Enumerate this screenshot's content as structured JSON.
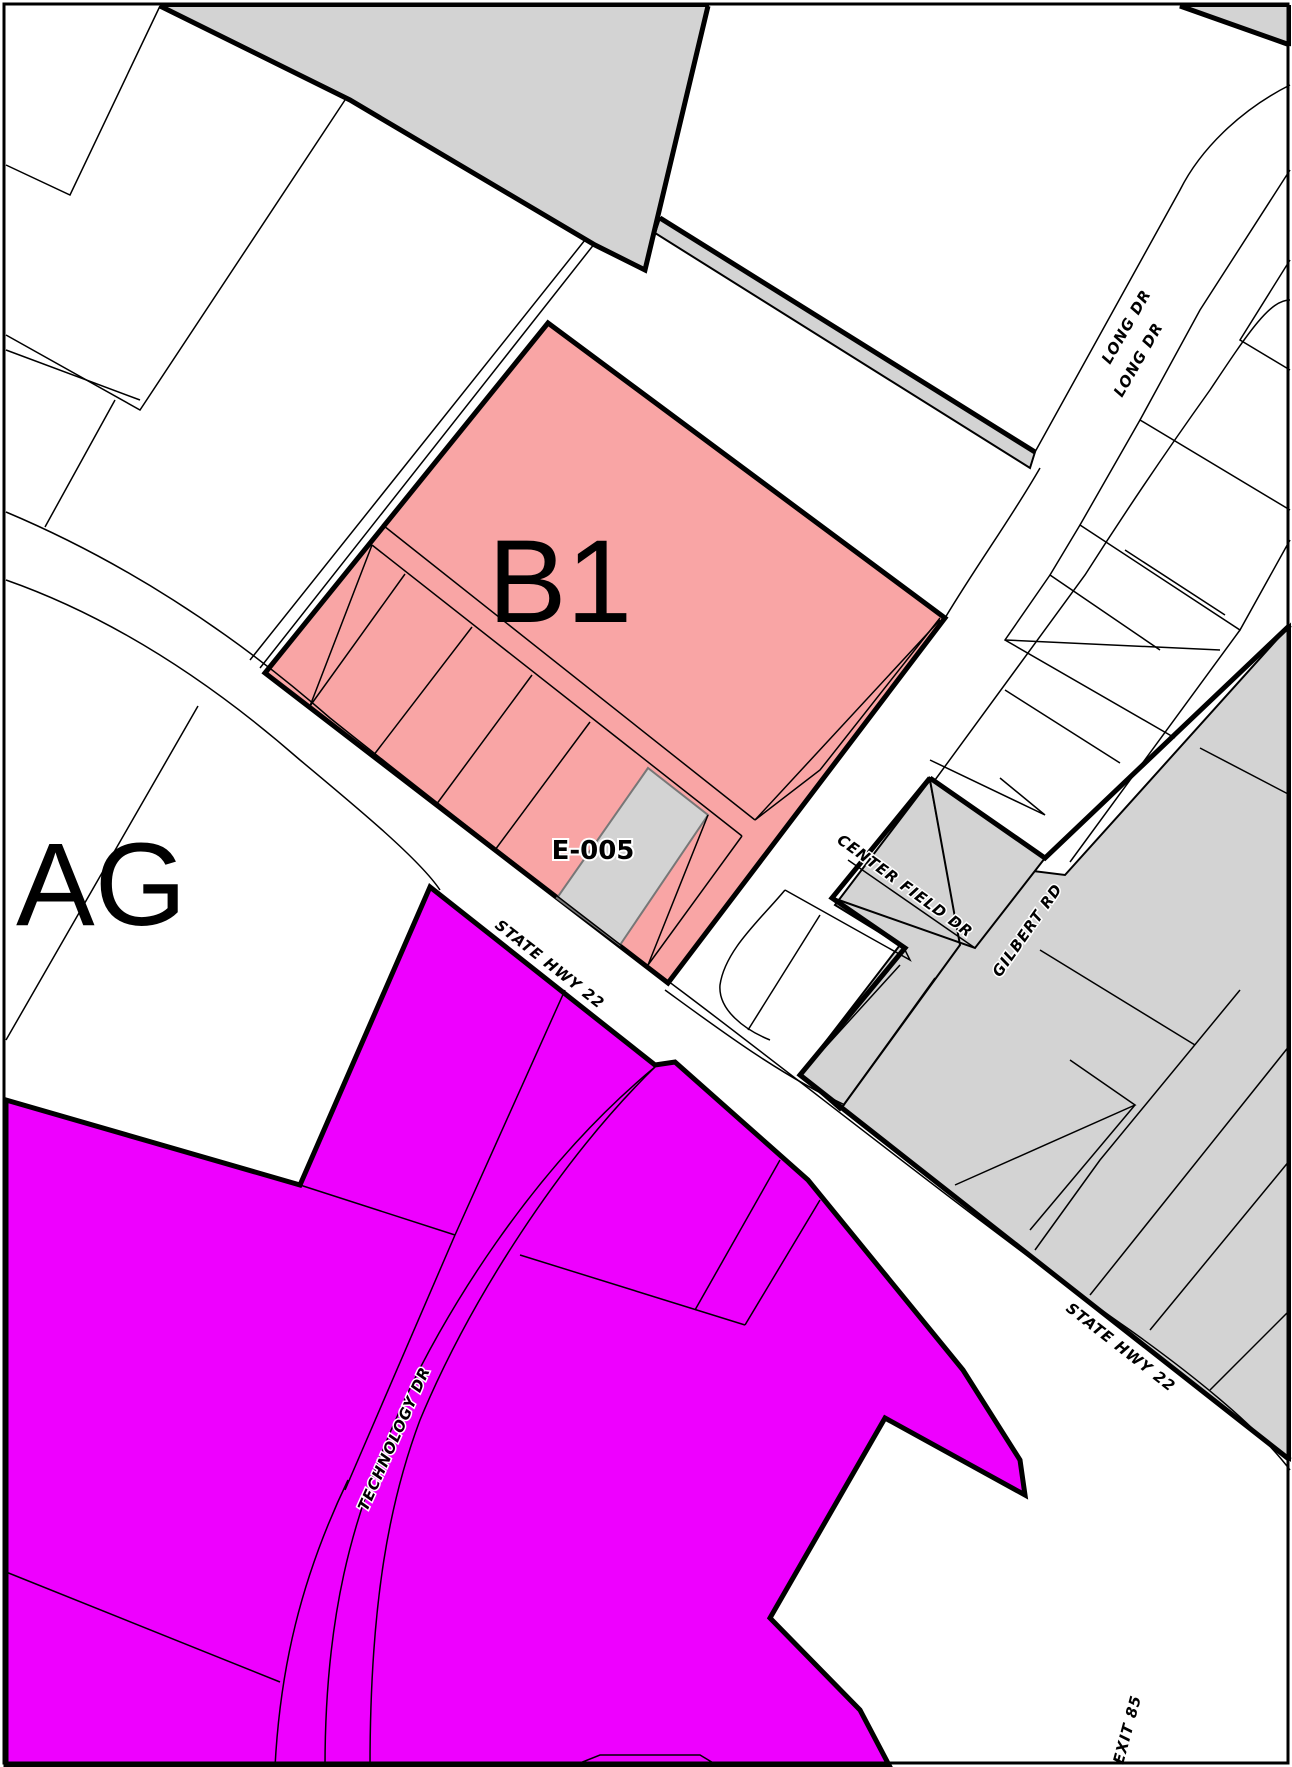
{
  "map": {
    "zones": [
      {
        "code": "B1",
        "color": "#f9a5a5"
      },
      {
        "code": "AG",
        "color": "#ffffff"
      },
      {
        "code": "",
        "color": "#ee00ff"
      },
      {
        "code": "",
        "color": "#d3d3d3"
      }
    ],
    "zone_labels": {
      "b1": "B1",
      "ag": "AG"
    },
    "parcel_labels": {
      "e005": "E-005"
    },
    "road_labels": {
      "long_dr_1": "LONG DR",
      "long_dr_2": "LONG DR",
      "center_field_dr": "CENTER FIELD DR",
      "gilbert_rd": "GILBERT RD",
      "state_hwy_22_a": "STATE HWY 22",
      "state_hwy_22_b": "STATE HWY 22",
      "technology_dr": "TECHNOLOGY DR",
      "exit_85": "EXIT  85"
    },
    "colors": {
      "b1_fill": "#f9a5a5",
      "industrial_fill": "#ee00ff",
      "other_fill": "#d3d3d3",
      "boundary": "#000000",
      "background": "#ffffff"
    }
  }
}
